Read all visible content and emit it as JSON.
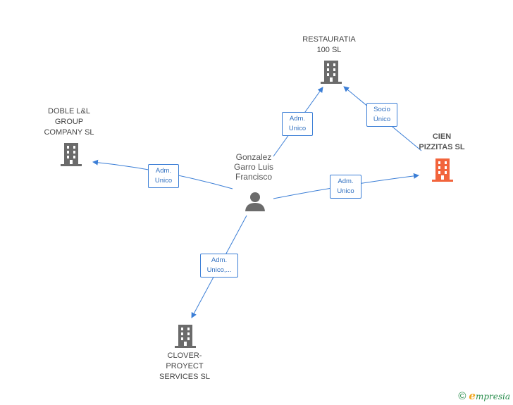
{
  "nodes": {
    "center_person": {
      "label": "Gonzalez\nGarro Luis\nFrancisco",
      "icon": "person-icon"
    },
    "restauratia": {
      "label": "RESTAURATIA\n100 SL",
      "icon": "building-icon"
    },
    "doble": {
      "label": "DOBLE L&L\nGROUP\nCOMPANY SL",
      "icon": "building-icon"
    },
    "cien": {
      "label": "CIEN\nPIZZITAS SL",
      "icon": "building-icon",
      "highlight_color": "#f2643c"
    },
    "clover": {
      "label": "CLOVER-\nPROYECT\nSERVICES SL",
      "icon": "building-icon"
    }
  },
  "edges": {
    "to_restauratia": "Adm.\nUnico",
    "to_doble": "Adm.\nUnico",
    "to_cien": "Adm.\nUnico",
    "to_clover": "Adm.\nUnico,...",
    "cien_to_restauratia": "Socio\nÚnico"
  },
  "colors": {
    "edge": "#3b7ed6",
    "icon": "#6b6b6b",
    "focus": "#f2643c"
  },
  "footer": {
    "copyright": "©",
    "brand_initial": "e",
    "brand_rest": "mpresia"
  }
}
